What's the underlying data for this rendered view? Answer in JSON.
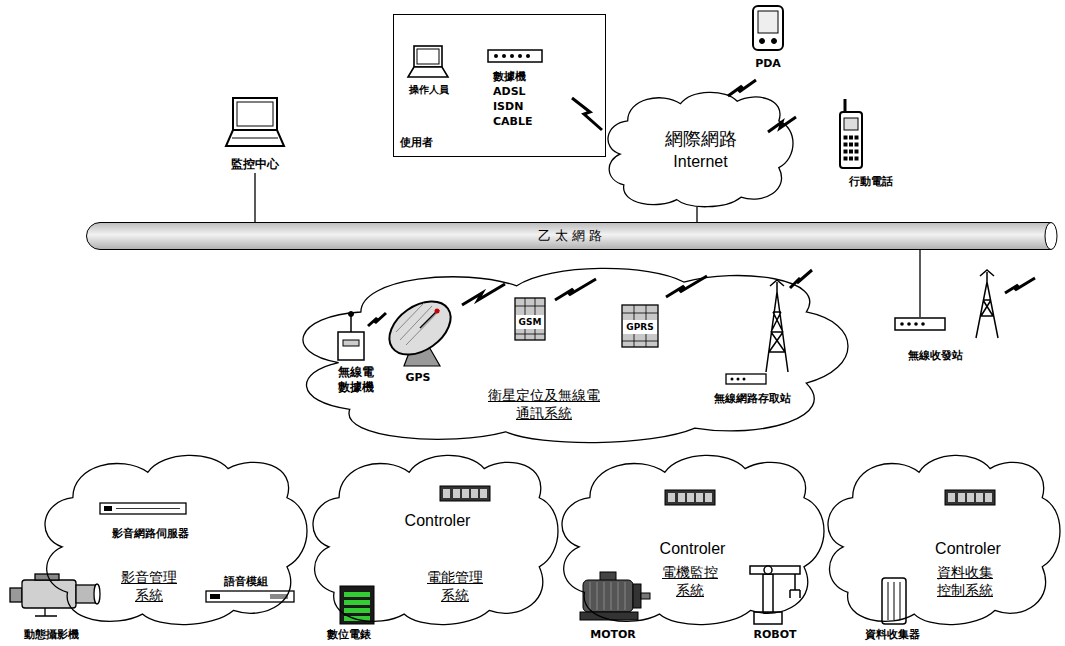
{
  "diagram": {
    "nodes": [
      {
        "text": [
          "使用者"
        ]
      },
      {
        "text": [
          "操作人員"
        ],
        "in": 0
      },
      {
        "text": [
          "數據機 ADSL ISDN CABLE"
        ],
        "in": 0
      },
      {
        "text": [
          "監控中心"
        ]
      },
      {
        "text": [
          "PDA"
        ]
      },
      {
        "text": [
          "網際網路",
          "Internet"
        ]
      },
      {
        "text": [
          "行動電話"
        ]
      },
      {
        "text": [
          "乙太網路"
        ]
      },
      {
        "text": [
          "衛星定位及無線電通訊系統"
        ]
      },
      {
        "text": [
          "無線電數據機"
        ],
        "in": 8
      },
      {
        "text": [
          "GPS"
        ],
        "in": 8
      },
      {
        "text": [
          "GSM"
        ],
        "in": 8
      },
      {
        "text": [
          "GPRS"
        ],
        "in": 8
      },
      {
        "text": [
          "無線網路存取站"
        ],
        "in": 8
      },
      {
        "text": [
          "無線收發站"
        ]
      },
      {
        "text": [
          "影音管理系統"
        ]
      },
      {
        "text": [
          "影音網路伺服器"
        ],
        "in": 15
      },
      {
        "text": [
          "語音模組"
        ],
        "in": 15
      },
      {
        "text": [
          "動態攝影機"
        ]
      },
      {
        "text": [
          "電能管理系統"
        ]
      },
      {
        "text": [
          "Controler"
        ],
        "in": 19
      },
      {
        "text": [
          "數位電錶"
        ],
        "in": 19
      },
      {
        "text": [
          "電機監控系統"
        ]
      },
      {
        "text": [
          "Controler"
        ],
        "in": 22
      },
      {
        "text": [
          "MOTOR"
        ],
        "in": 22
      },
      {
        "text": [
          "ROBOT"
        ],
        "in": 22
      },
      {
        "text": [
          "資料收集控制系統"
        ]
      },
      {
        "text": [
          "Controler"
        ],
        "in": 26
      },
      {
        "text": [
          "資料收集器"
        ],
        "in": 26
      }
    ],
    "edges": [
      {
        "from": 3,
        "to": 7,
        "arrow": "none"
      },
      {
        "from": 5,
        "to": 7,
        "arrow": "none"
      },
      {
        "from": 7,
        "to": 14,
        "arrow": "none"
      }
    ]
  }
}
